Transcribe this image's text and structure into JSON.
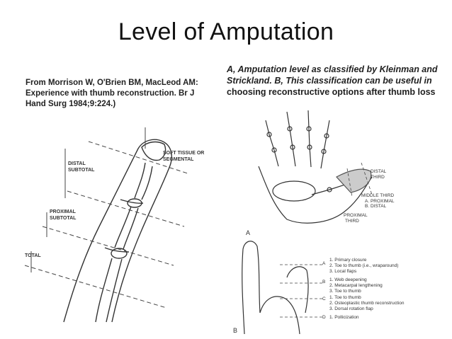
{
  "slide": {
    "title": "Level of Amputation",
    "citation": "From Morrison W, O'Brien BM, MacLeod AM: Experience with thumb reconstruction. Br J Hand Surg 1984;9:224.)",
    "caption_italic": "A, Amputation level as classified by Kleinman and Strickland. B, This classification can be useful in",
    "caption_plain": " choosing reconstructive options after thumb loss"
  },
  "thumb_figure": {
    "labels": {
      "soft_tissue_1": "SOFT TISSUE OR",
      "soft_tissue_2": "SEGMENTAL",
      "distal_1": "DISTAL",
      "distal_2": "SUBTOTAL",
      "proximal_1": "PROXIMAL",
      "proximal_2": "SUBTOTAL",
      "total": "TOTAL"
    }
  },
  "hand_figure_a": {
    "labels": {
      "distal_1": "DISTAL",
      "distal_2": "THIRD",
      "middle": "MIDDLE THIRD",
      "middle_a": "A. PROXIMAL",
      "middle_b": "B. DISTAL",
      "proximal_1": "PROXIMAL",
      "proximal_2": "THIRD"
    }
  },
  "hand_figure_b": {
    "panel_a": "A",
    "panel_b": "B",
    "options": [
      {
        "level": "A",
        "lines": [
          "1. Primary closure",
          "2. Toe to thumb (i.e., wraparound)",
          "3. Local flaps"
        ]
      },
      {
        "level": "B",
        "lines": [
          "1. Web deepening",
          "2. Metacarpal lengthening",
          "3. Toe to thumb"
        ]
      },
      {
        "level": "C",
        "lines": [
          "1. Toe to thumb",
          "2. Osteoplastic thumb reconstruction",
          "3. Dorsal rotation flap"
        ]
      },
      {
        "level": "D",
        "lines": [
          "1. Pollicization"
        ]
      }
    ]
  }
}
